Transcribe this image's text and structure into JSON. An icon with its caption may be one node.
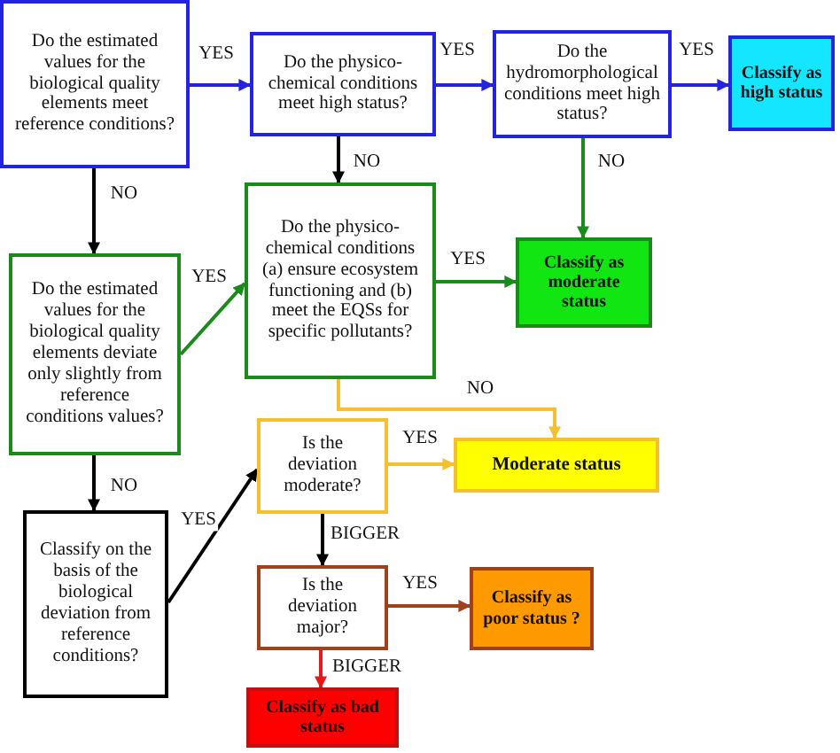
{
  "diagram": {
    "nodes": [
      {
        "text": [
          "Do the estimated values for the biological quality elements meet reference conditions?"
        ]
      },
      {
        "text": [
          "Do the physico-chemical conditions meet high status?"
        ]
      },
      {
        "text": [
          "Do the hydromorphological conditions meet high status?"
        ]
      },
      {
        "text": [
          "Classify as high status"
        ]
      },
      {
        "text": [
          "Do the estimated values for the biological quality elements deviate only slightly from reference conditions values?"
        ]
      },
      {
        "text": [
          "Do the physico-chemical conditions (a) ensure ecosystem functioning and (b) meet the EQSs for specific pollutants?"
        ]
      },
      {
        "text": [
          "Classify as moderate status"
        ]
      },
      {
        "text": [
          "Is the deviation moderate?"
        ]
      },
      {
        "text": [
          "Moderate status"
        ]
      },
      {
        "text": [
          "Classify on the basis of the biological deviation from reference conditions?"
        ]
      },
      {
        "text": [
          "Is the deviation major?"
        ]
      },
      {
        "text": [
          "Classify as poor status ?"
        ]
      },
      {
        "text": [
          "Classify as bad status"
        ]
      }
    ],
    "edges": [
      {
        "from": 0,
        "to": 1,
        "arrow": "to",
        "label": "YES",
        "color": "#2323e0"
      },
      {
        "from": 1,
        "to": 2,
        "arrow": "to",
        "label": "YES",
        "color": "#2323e0"
      },
      {
        "from": 2,
        "to": 3,
        "arrow": "to",
        "label": "YES",
        "color": "#2323e0"
      },
      {
        "from": 1,
        "to": 5,
        "arrow": "to",
        "label": "NO"
      },
      {
        "from": 0,
        "to": 4,
        "arrow": "to",
        "label": "NO"
      },
      {
        "from": 2,
        "to": 6,
        "arrow": "to",
        "label": "NO",
        "color": "#1a8a1a"
      },
      {
        "from": 4,
        "to": 5,
        "arrow": "to",
        "label": "YES",
        "color": "#1a8a1a"
      },
      {
        "from": 5,
        "to": 6,
        "arrow": "to",
        "label": "YES",
        "color": "#1a8a1a"
      },
      {
        "from": 5,
        "to": 8,
        "arrow": "to",
        "label": "NO",
        "color": "#f5c030"
      },
      {
        "from": 7,
        "to": 8,
        "arrow": "to",
        "label": "YES",
        "color": "#f5c030"
      },
      {
        "from": 4,
        "to": 9,
        "arrow": "to",
        "label": "NO"
      },
      {
        "from": 9,
        "to": 7,
        "arrow": "to",
        "label": "YES"
      },
      {
        "from": 7,
        "to": 10,
        "arrow": "to",
        "label": "BIGGER"
      },
      {
        "from": 10,
        "to": 11,
        "arrow": "to",
        "label": "YES",
        "color": "#a0401c"
      },
      {
        "from": 10,
        "to": 12,
        "arrow": "to",
        "label": "BIGGER",
        "color": "#e81818"
      }
    ]
  }
}
